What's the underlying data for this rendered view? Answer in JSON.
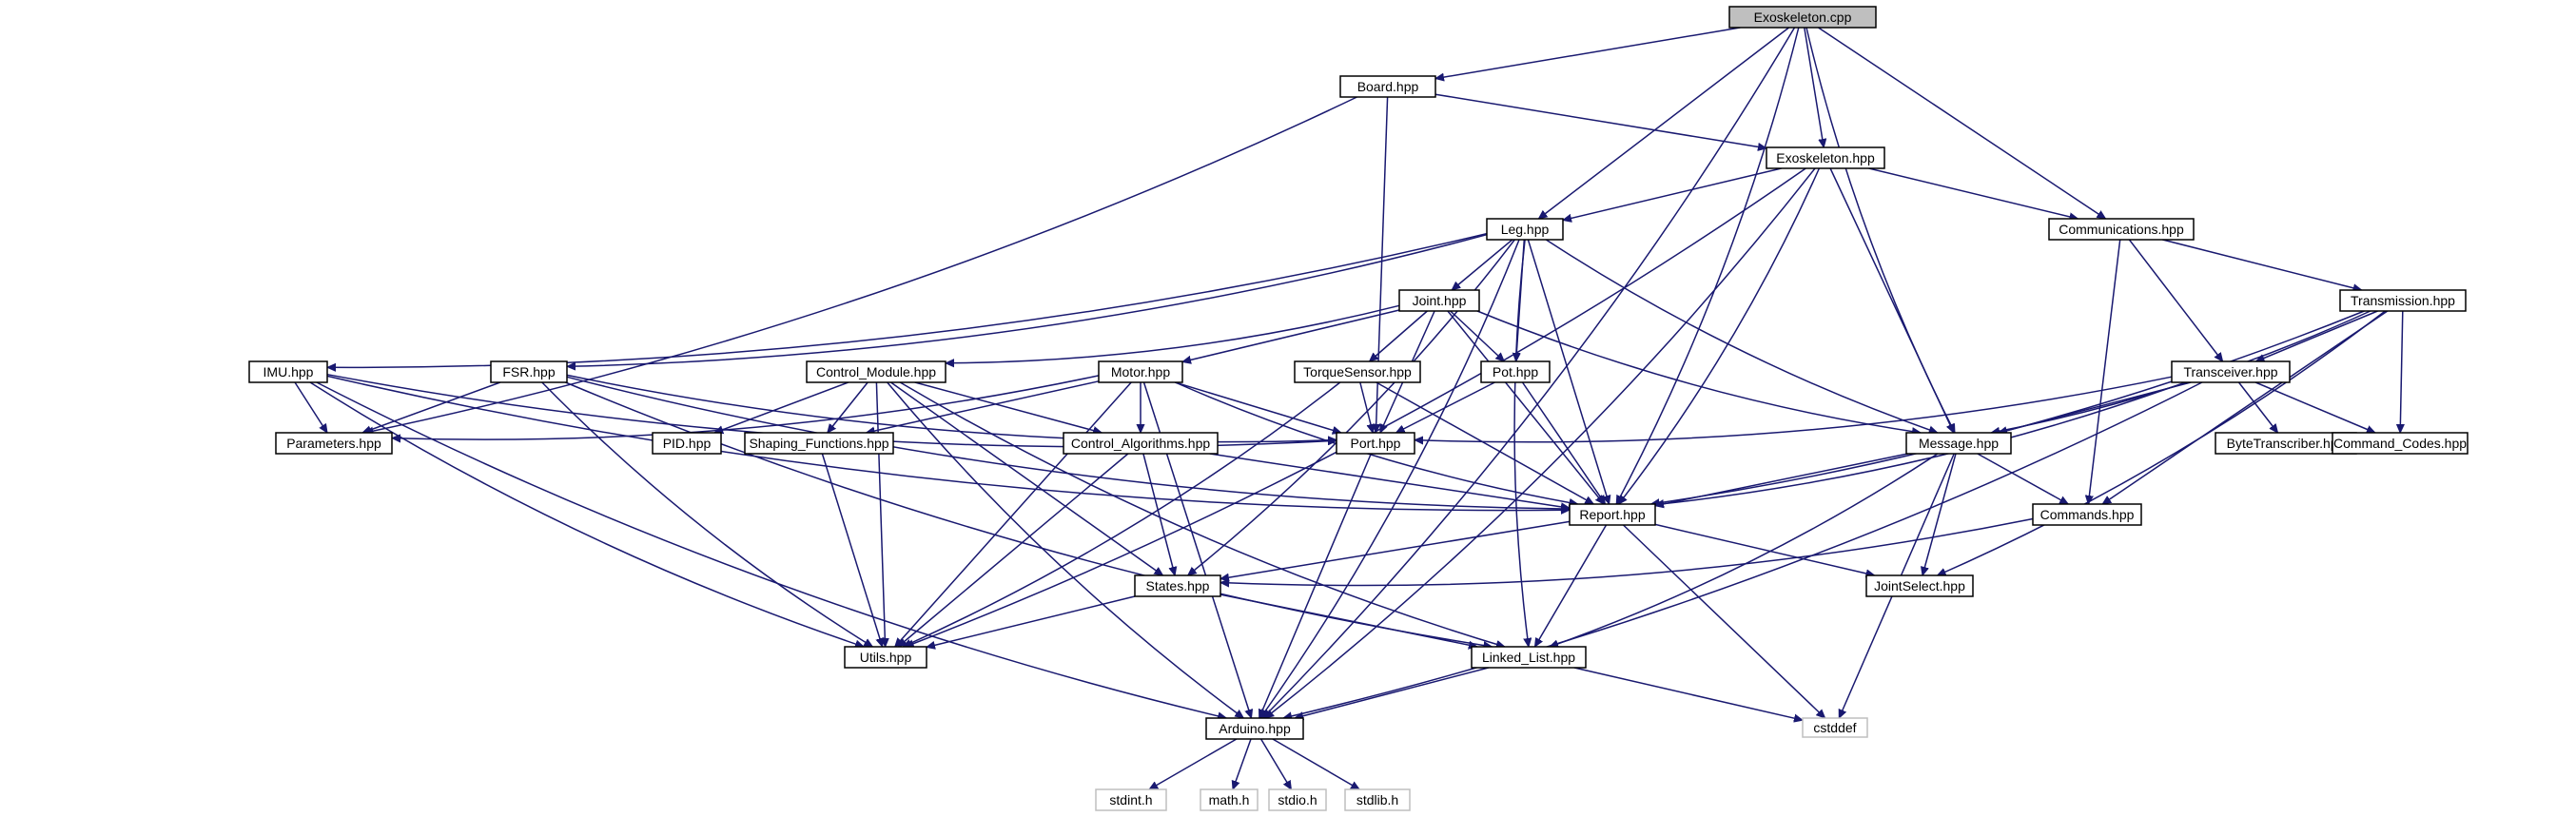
{
  "graph": {
    "nodes": [
      {
        "id": "exo_cpp",
        "label": "Exoskeleton.cpp",
        "kind": "root"
      },
      {
        "id": "board",
        "label": "Board.hpp",
        "kind": "local"
      },
      {
        "id": "exo_hpp",
        "label": "Exoskeleton.hpp",
        "kind": "local"
      },
      {
        "id": "leg",
        "label": "Leg.hpp",
        "kind": "local"
      },
      {
        "id": "comms",
        "label": "Communications.hpp",
        "kind": "local"
      },
      {
        "id": "joint",
        "label": "Joint.hpp",
        "kind": "local"
      },
      {
        "id": "transmission",
        "label": "Transmission.hpp",
        "kind": "local"
      },
      {
        "id": "imu",
        "label": "IMU.hpp",
        "kind": "local"
      },
      {
        "id": "fsr",
        "label": "FSR.hpp",
        "kind": "local"
      },
      {
        "id": "ctrl_mod",
        "label": "Control_Module.hpp",
        "kind": "local"
      },
      {
        "id": "motor",
        "label": "Motor.hpp",
        "kind": "local"
      },
      {
        "id": "torque",
        "label": "TorqueSensor.hpp",
        "kind": "local"
      },
      {
        "id": "pot",
        "label": "Pot.hpp",
        "kind": "local"
      },
      {
        "id": "transceiver",
        "label": "Transceiver.hpp",
        "kind": "local"
      },
      {
        "id": "params",
        "label": "Parameters.hpp",
        "kind": "local"
      },
      {
        "id": "pid",
        "label": "PID.hpp",
        "kind": "local"
      },
      {
        "id": "shaping",
        "label": "Shaping_Functions.hpp",
        "kind": "local"
      },
      {
        "id": "ctrl_alg",
        "label": "Control_Algorithms.hpp",
        "kind": "local"
      },
      {
        "id": "port",
        "label": "Port.hpp",
        "kind": "local"
      },
      {
        "id": "message",
        "label": "Message.hpp",
        "kind": "local"
      },
      {
        "id": "bytetx",
        "label": "ByteTranscriber.hpp",
        "kind": "local"
      },
      {
        "id": "cmdcodes",
        "label": "Command_Codes.hpp",
        "kind": "local"
      },
      {
        "id": "report",
        "label": "Report.hpp",
        "kind": "local"
      },
      {
        "id": "commands",
        "label": "Commands.hpp",
        "kind": "local"
      },
      {
        "id": "states",
        "label": "States.hpp",
        "kind": "local"
      },
      {
        "id": "jointselect",
        "label": "JointSelect.hpp",
        "kind": "local"
      },
      {
        "id": "utils",
        "label": "Utils.hpp",
        "kind": "local"
      },
      {
        "id": "linked",
        "label": "Linked_List.hpp",
        "kind": "local"
      },
      {
        "id": "arduino",
        "label": "Arduino.hpp",
        "kind": "local"
      },
      {
        "id": "cstddef",
        "label": "cstddef",
        "kind": "ext"
      },
      {
        "id": "stdint",
        "label": "stdint.h",
        "kind": "ext"
      },
      {
        "id": "math",
        "label": "math.h",
        "kind": "ext"
      },
      {
        "id": "stdio",
        "label": "stdio.h",
        "kind": "ext"
      },
      {
        "id": "stdlib",
        "label": "stdlib.h",
        "kind": "ext"
      }
    ],
    "edges": [
      [
        "exo_cpp",
        "board"
      ],
      [
        "exo_cpp",
        "exo_hpp"
      ],
      [
        "exo_cpp",
        "leg"
      ],
      [
        "exo_cpp",
        "comms"
      ],
      [
        "exo_cpp",
        "report"
      ],
      [
        "exo_cpp",
        "message"
      ],
      [
        "exo_cpp",
        "arduino"
      ],
      [
        "board",
        "exo_hpp"
      ],
      [
        "board",
        "params"
      ],
      [
        "board",
        "port"
      ],
      [
        "exo_hpp",
        "leg"
      ],
      [
        "exo_hpp",
        "comms"
      ],
      [
        "exo_hpp",
        "report"
      ],
      [
        "exo_hpp",
        "message"
      ],
      [
        "exo_hpp",
        "utils"
      ],
      [
        "exo_hpp",
        "arduino"
      ],
      [
        "leg",
        "joint"
      ],
      [
        "leg",
        "imu"
      ],
      [
        "leg",
        "fsr"
      ],
      [
        "leg",
        "pot"
      ],
      [
        "leg",
        "report"
      ],
      [
        "leg",
        "message"
      ],
      [
        "leg",
        "linked"
      ],
      [
        "leg",
        "states"
      ],
      [
        "leg",
        "arduino"
      ],
      [
        "comms",
        "transceiver"
      ],
      [
        "comms",
        "transmission"
      ],
      [
        "comms",
        "commands"
      ],
      [
        "joint",
        "ctrl_mod"
      ],
      [
        "joint",
        "motor"
      ],
      [
        "joint",
        "torque"
      ],
      [
        "joint",
        "pot"
      ],
      [
        "joint",
        "port"
      ],
      [
        "joint",
        "report"
      ],
      [
        "joint",
        "message"
      ],
      [
        "transmission",
        "transceiver"
      ],
      [
        "transmission",
        "message"
      ],
      [
        "transmission",
        "cmdcodes"
      ],
      [
        "transmission",
        "report"
      ],
      [
        "transmission",
        "commands"
      ],
      [
        "transmission",
        "jointselect"
      ],
      [
        "imu",
        "params"
      ],
      [
        "imu",
        "port"
      ],
      [
        "imu",
        "report"
      ],
      [
        "imu",
        "utils"
      ],
      [
        "imu",
        "arduino"
      ],
      [
        "fsr",
        "params"
      ],
      [
        "fsr",
        "port"
      ],
      [
        "fsr",
        "report"
      ],
      [
        "fsr",
        "utils"
      ],
      [
        "fsr",
        "linked"
      ],
      [
        "ctrl_mod",
        "pid"
      ],
      [
        "ctrl_mod",
        "shaping"
      ],
      [
        "ctrl_mod",
        "ctrl_alg"
      ],
      [
        "ctrl_mod",
        "states"
      ],
      [
        "ctrl_mod",
        "utils"
      ],
      [
        "ctrl_mod",
        "linked"
      ],
      [
        "ctrl_mod",
        "arduino"
      ],
      [
        "motor",
        "params"
      ],
      [
        "motor",
        "shaping"
      ],
      [
        "motor",
        "ctrl_alg"
      ],
      [
        "motor",
        "port"
      ],
      [
        "motor",
        "report"
      ],
      [
        "motor",
        "utils"
      ],
      [
        "motor",
        "arduino"
      ],
      [
        "torque",
        "port"
      ],
      [
        "torque",
        "report"
      ],
      [
        "torque",
        "utils"
      ],
      [
        "pot",
        "port"
      ],
      [
        "pot",
        "report"
      ],
      [
        "transceiver",
        "message"
      ],
      [
        "transceiver",
        "bytetx"
      ],
      [
        "transceiver",
        "cmdcodes"
      ],
      [
        "transceiver",
        "port"
      ],
      [
        "transceiver",
        "report"
      ],
      [
        "transceiver",
        "arduino"
      ],
      [
        "shaping",
        "utils"
      ],
      [
        "ctrl_alg",
        "report"
      ],
      [
        "ctrl_alg",
        "states"
      ],
      [
        "ctrl_alg",
        "utils"
      ],
      [
        "port",
        "arduino"
      ],
      [
        "message",
        "report"
      ],
      [
        "message",
        "commands"
      ],
      [
        "message",
        "jointselect"
      ],
      [
        "message",
        "linked"
      ],
      [
        "message",
        "cstddef"
      ],
      [
        "report",
        "states"
      ],
      [
        "report",
        "jointselect"
      ],
      [
        "report",
        "linked"
      ],
      [
        "report",
        "cstddef"
      ],
      [
        "commands",
        "states"
      ],
      [
        "states",
        "utils"
      ],
      [
        "states",
        "linked"
      ],
      [
        "linked",
        "arduino"
      ],
      [
        "linked",
        "cstddef"
      ],
      [
        "arduino",
        "stdint"
      ],
      [
        "arduino",
        "math"
      ],
      [
        "arduino",
        "stdio"
      ],
      [
        "arduino",
        "stdlib"
      ]
    ]
  }
}
